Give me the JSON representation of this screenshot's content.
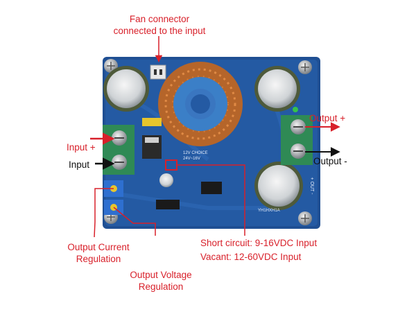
{
  "labels": {
    "fan_connector": [
      "Fan connector",
      "connected to the input"
    ],
    "input_plus": "Input +",
    "input_minus": "Input",
    "output_plus": "Output +",
    "output_minus": "Output -",
    "output_current": [
      "Output Current",
      "Regulation"
    ],
    "output_voltage": [
      "Output Voltage",
      "Regulation"
    ],
    "short_circuit": "Short circuit: 9-16VDC Input",
    "vacant": "Vacant: 12-60VDC Input"
  },
  "board_text": {
    "silk_1": "12V CHOICE",
    "silk_2": "24V~16V",
    "out_label": "+ OUT -",
    "model": "YH1HXH1A"
  },
  "colors": {
    "annotation_red": "#d8202a",
    "pcb_blue": "#1f4f93",
    "terminal_green": "#2f8a55"
  }
}
